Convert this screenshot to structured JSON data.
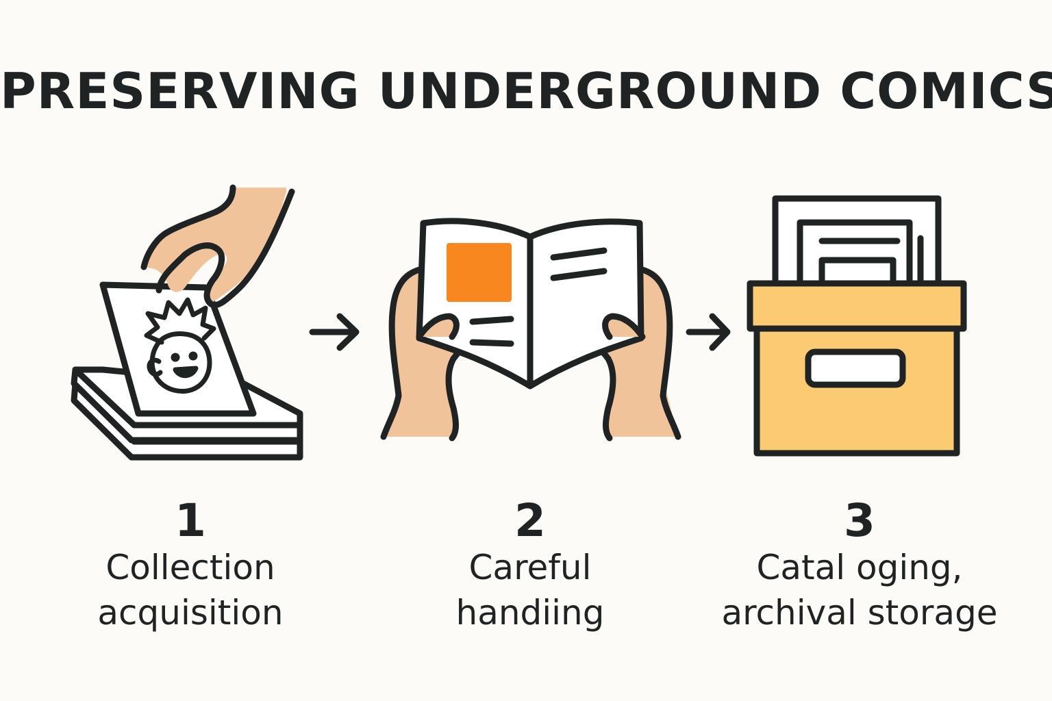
{
  "title": "PRESERVING UNDERGROUND COMICS",
  "colors": {
    "ink": "#1f2323",
    "skin": "#f0c39a",
    "accent_orange": "#f7871e",
    "box_yellow": "#fbcb73",
    "paper": "#ffffff",
    "background": "#fcfbf7"
  },
  "steps": [
    {
      "number": "1",
      "label_line1": "Collection",
      "label_line2": "acquisition",
      "icon": "hand-picking-comic-icon"
    },
    {
      "number": "2",
      "label_line1": "Careful",
      "label_line2": "handiing",
      "icon": "hands-holding-open-comic-icon"
    },
    {
      "number": "3",
      "label_line1": "Catal oging,",
      "label_line2": "archival storage",
      "icon": "archival-box-icon"
    }
  ],
  "connectors": [
    {
      "from": "1",
      "to": "2",
      "icon": "arrow-right-icon"
    },
    {
      "from": "2",
      "to": "3",
      "icon": "arrow-right-icon"
    }
  ]
}
